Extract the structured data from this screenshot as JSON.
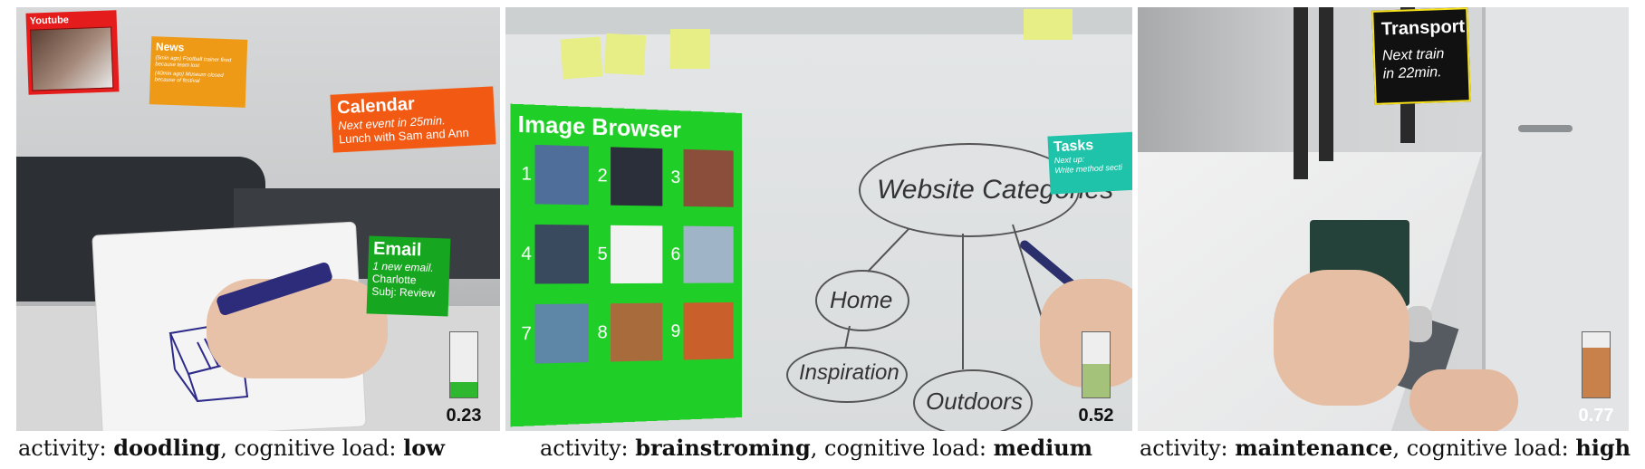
{
  "panels": [
    {
      "widgets": {
        "youtube": {
          "title": "Youtube",
          "icon": "video-thumbnail-icon"
        },
        "news": {
          "title": "News",
          "line1": "(5min ago) Football trainer fired because team lost",
          "line2": "(40min ago) Museum closed because of festival"
        },
        "calendar": {
          "title": "Calendar",
          "subtitle": "Next event in 25min.",
          "line": "Lunch with Sam and Ann"
        },
        "email": {
          "title": "Email",
          "subtitle": "1 new email.",
          "line1": "Charlotte",
          "line2": "Subj: Review"
        }
      },
      "gauge": {
        "value": 0.23,
        "label": "0.23",
        "color": "#2fb82f"
      },
      "caption": {
        "prefix": "activity: ",
        "activity": "doodling",
        "middle": ", cognitive load: ",
        "load": "low"
      }
    },
    {
      "widgets": {
        "image_browser": {
          "title": "Image Browser",
          "items": [
            {
              "num": "1",
              "icon": "laptop-icon",
              "color": "#4f6f9a"
            },
            {
              "num": "2",
              "icon": "flower-icon",
              "color": "#2a2f3a"
            },
            {
              "num": "3",
              "icon": "building-icon",
              "color": "#8a4e3b"
            },
            {
              "num": "4",
              "icon": "cat-icon",
              "color": "#3a4a5e"
            },
            {
              "num": "5",
              "icon": "shoe-icon",
              "color": "#f2f2f2"
            },
            {
              "num": "6",
              "icon": "airplane-icon",
              "color": "#9fb4c7"
            },
            {
              "num": "7",
              "icon": "car-icon",
              "color": "#5e86a6"
            },
            {
              "num": "8",
              "icon": "dog-icon",
              "color": "#a86b3c"
            },
            {
              "num": "9",
              "icon": "pizza-icon",
              "color": "#c95f2b"
            }
          ]
        },
        "tasks": {
          "title": "Tasks",
          "line1": "Next up:",
          "line2": "Write method secti"
        }
      },
      "whiteboard": {
        "center": "Website Categories",
        "node1": "Home",
        "node2": "Inspiration",
        "node3": "Outdoors"
      },
      "gauge": {
        "value": 0.52,
        "label": "0.52",
        "color": "#a4c27a"
      },
      "caption": {
        "prefix": "activity: ",
        "activity": "brainstroming",
        "middle": ", cognitive load: ",
        "load": "medium"
      }
    },
    {
      "widgets": {
        "transport": {
          "title": "Transport",
          "line1": "Next train",
          "line2": "in 22min."
        }
      },
      "gauge": {
        "value": 0.77,
        "label": "0.77",
        "color": "#c8814a"
      },
      "caption": {
        "prefix": "activity: ",
        "activity": "maintenance",
        "middle": ", cognitive load: ",
        "load": "high"
      }
    }
  ]
}
